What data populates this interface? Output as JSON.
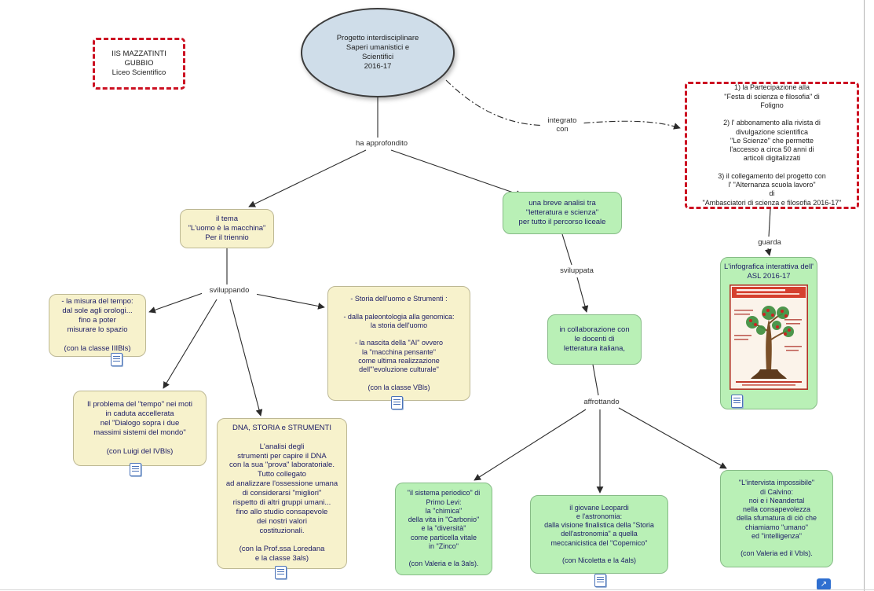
{
  "nodes": {
    "root": {
      "text": "Progetto interdisciplinare\nSaperi umanistici e\nScientifici\n2016-17"
    },
    "school": {
      "text": "IIS MAZZATINTI\nGUBBIO\nLiceo Scientifico"
    },
    "integrations": {
      "text": "1) la Partecipazione alla\n\"Festa di scienza e filosofia\" di\nFoligno\n\n2) l' abbonamento alla rivista di\ndivulgazione scientifica\n\"Le Scienze\" che permette\nl'accesso a circa 50 anni di\narticoli digitalizzati\n\n3) il collegamento del progetto con\nl' \"Alternanza scuola lavoro\"\ndi\n\"Ambasciatori di scienza e filosofia 2016-17\""
    },
    "tema": {
      "text": "il tema\n\"L'uomo è la macchina\"\nPer il triennio"
    },
    "analisi": {
      "text": "una breve analisi tra\n\"letteratura e scienza\"\nper tutto il percorso liceale"
    },
    "misura": {
      "text": "- la misura del tempo:\ndal sole agli orologi...\nfino a poter\nmisurare lo spazio\n\n(con la classe IIIBls)"
    },
    "storia_uomo": {
      "text": "- Storia dell'uomo e Strumenti :\n\n- dalla paleontologia alla genomica:\nla storia dell'uomo\n\n- la nascita della \"AI\" ovvero\nla \"macchina pensante\"\ncome ultima realizzazione\ndell'\"evoluzione culturale\"\n\n(con la classe VBls)"
    },
    "problema_tempo": {
      "text": "Il problema del \"tempo\" nei moti\nin caduta accellerata\nnel \"Dialogo sopra i due\nmassimi sistemi del mondo\"\n\n(con Luigi del IVBls)"
    },
    "dna": {
      "text": "DNA, STORIA e STRUMENTI\n\nL'analisi degli\nstrumenti per capire il DNA\ncon la sua \"prova\" laboratoriale.\nTutto collegato\nad analizzare l'ossessione umana\ndi considerarsi \"migliori\"\nrispetto di altri gruppi umani...\nfino allo studio consapevole\ndei nostri valori\ncostituzionali.\n\n(con la Prof.ssa Loredana\ne la classe 3als)"
    },
    "collaborazione": {
      "text": "in collaborazione con\nle docenti di\nletteratura italiana,"
    },
    "primo_levi": {
      "text": "\"il sistema periodico\" di\nPrimo Levi:\nla \"chimica\"\ndella vita in \"Carbonio\"\ne la \"diversità\"\ncome particella vitale\nin \"Zinco\"\n\n(con Valeria e la 3als)."
    },
    "leopardi": {
      "text": "il giovane Leopardi\ne l'astronomia:\ndalla visione finalistica della \"Storia\ndell'astronomia\" a quella\nmeccanicistica del \"Copernico\"\n\n(con Nicoletta e la 4als)"
    },
    "calvino": {
      "text": "\"L'intervista impossibile\"\ndi Calvino:\nnoi e i Neandertal\nnella consapevolezza\ndella sfumatura di ciò che\nchiamiamo \"umano\"\ned \"intelligenza\"\n\n(con Valeria ed il Vbls)."
    },
    "infografica": {
      "title": "L'infografica interattiva dell'\nASL 2016-17"
    }
  },
  "links": {
    "ha_approfondito": "ha approfondito",
    "integrato_con": "integrato\ncon",
    "sviluppando": "sviluppando",
    "sviluppata": "sviluppata",
    "affrottando": "affrottando",
    "guarda": "guarda"
  },
  "icons": {
    "resource_icon": "document-lines",
    "viewer_icon": "open-arrow"
  },
  "colors": {
    "yellow_node": "#f7f2cc",
    "green_node": "#b9f0b6",
    "ellipse_node": "#cfdde9",
    "dashed_border": "#cc1122",
    "edge": "#2b2b2b"
  }
}
